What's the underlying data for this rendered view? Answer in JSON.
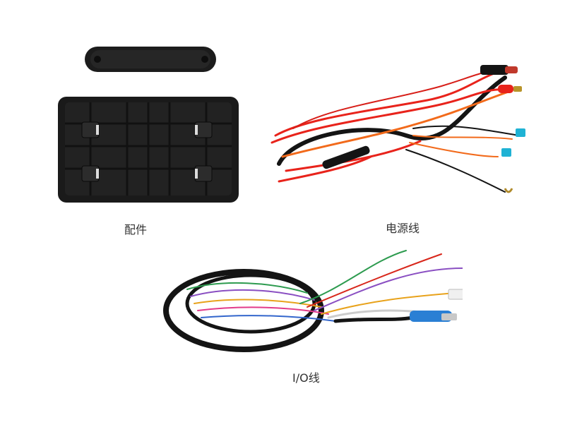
{
  "captions": {
    "accessories": "配件",
    "power_cable": "电源线",
    "io_cable": "I/O线"
  },
  "colors": {
    "background": "#ffffff",
    "bracket": "#1c1c1c",
    "wire_red": "#e8231b",
    "wire_orange": "#f26a1b",
    "wire_black": "#141414",
    "connector_blue": "#2a7fd4"
  }
}
